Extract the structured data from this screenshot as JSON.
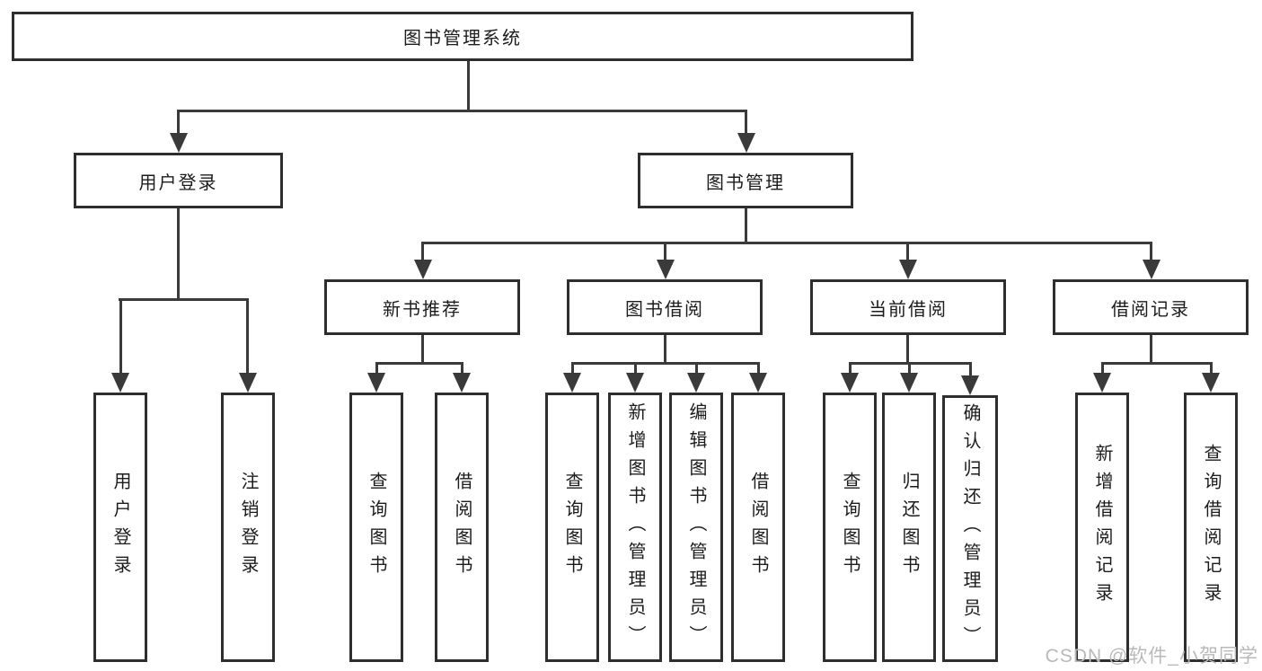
{
  "nodes": {
    "root": "图书管理系统",
    "level2": {
      "user_login": "用户登录",
      "book_management": "图书管理"
    },
    "level3": {
      "new_book_recommend": "新书推荐",
      "book_borrow": "图书借阅",
      "current_borrow": "当前借阅",
      "borrow_records": "借阅记录"
    },
    "leaves": {
      "user_login": [
        "用户登录",
        "注销登录"
      ],
      "new_book_recommend": [
        "查询图书",
        "借阅图书"
      ],
      "book_borrow": [
        "查询图书",
        "新增图书（管理员）",
        "编辑图书（管理员）",
        "借阅图书"
      ],
      "current_borrow": [
        "查询图书",
        "归还图书",
        "确认归还（管理员）"
      ],
      "borrow_records": [
        "新增借阅记录",
        "查询借阅记录"
      ]
    }
  },
  "watermark": "CSDN @软件_小贺同学",
  "colors": {
    "line": "#3a3a3a",
    "border": "#2e2e2e",
    "text": "#1c1c1c",
    "watermark": "#b9b9b9",
    "background": "#ffffff"
  }
}
